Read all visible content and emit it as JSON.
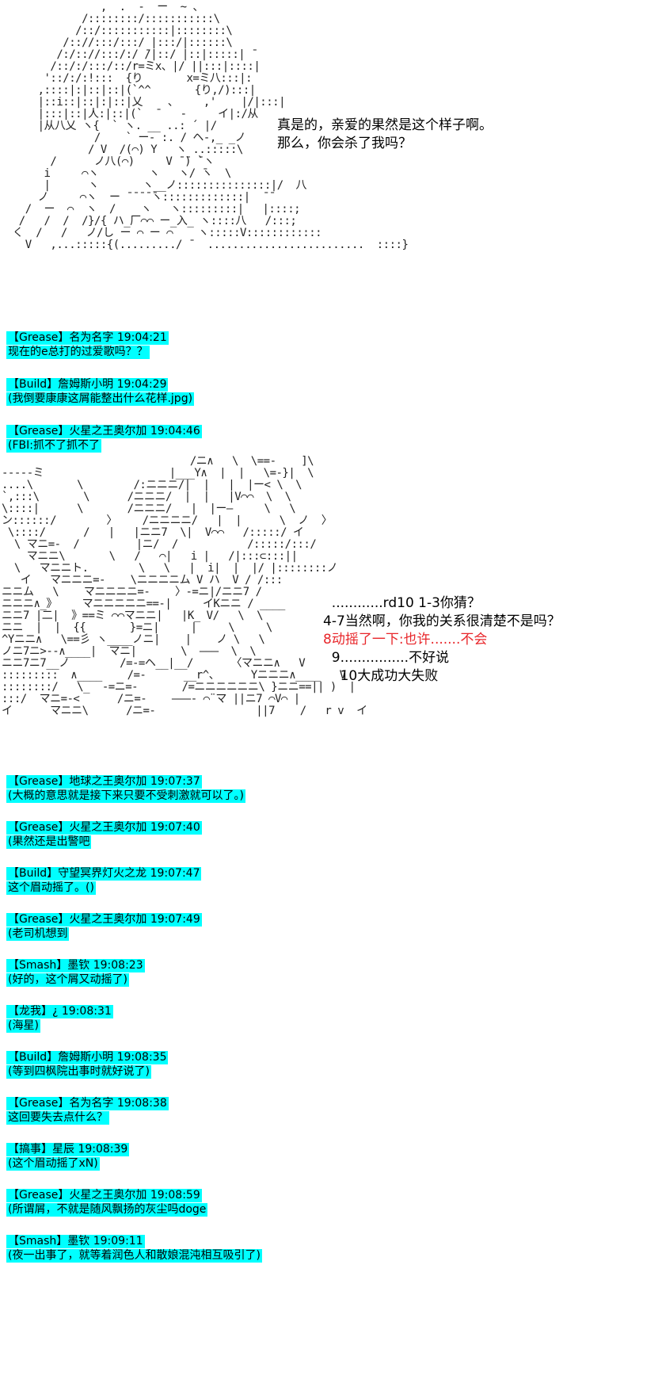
{
  "art1": {
    "lines": [
      "                ,  .  -  ー  ~ 、",
      "             /::::::::/:::::::::::\\",
      "            /::/:::::::::::|::::::::\\",
      "          /:://:::/:::/ |:::/|::::::\\",
      "         /:/:://:::/:/ ̄/|::/ |::|:::::| ̄",
      "        /::/:/:::/::/r=ミx、|/ ||:::|::::|",
      "       '::/:/:!:::  {り       x=ミ八:::|:",
      "      ,::::|:|::|::|(`^^       {り,/):::|",
      "      |::i::|::|:|::|乂    、    ,'    |/|:::|",
      "      |:::|::|人:|::|(`  ̄    -     イ|:/从",
      "      |从八乂 ヽ{  ` ヽ. __ ..: ´ |/",
      "               /    ` ー- :. / ヘ-,_ _ノ",
      "              / V  /(⌒) Y   ヽ ..:::::\\",
      "        /      ノ八(⌒)     V ̄ ̄) ̄`ヽ",
      "       i     ⌒ヽ        ヽ   ヽ/ ̄ヽ  \\",
      "       |      ヽ       ヽ__ノ:::::::::::::::|/  八",
      "      ノ     ⌒ヽ  ー ̄ ̄ ̄ ̄ ̄ヽ:::::::::::::|  ̄ ̄",
      "    /  ー  ⌒  ヽ  /    ヽ   ヽ:::::::::|   |::::;",
      "   /   /  /  /}/{ ハ_厂⌒⌒ ー_入_ ヽ::::八   /:::;",
      "  く  /   /   ノ/し ー ⌒ ー ⌒    ヽ:::::V::::::::::::",
      "    V   ,...:::::{(........./ ̄   .........................  ::::}"
    ]
  },
  "dialogue1": {
    "lines": [
      "真是的，亲爱的果然是这个样子啊。",
      "那么，你会杀了我吗？"
    ]
  },
  "chat1": [
    {
      "user": "【Grease】名为名字 19:04:21",
      "msg": "现在的e总打的过爱歌吗？？"
    },
    {
      "user": "【Build】詹姆斯小明 19:04:29",
      "msg": "(我倒要康康这屑能整出什么花样.jpg)"
    },
    {
      "user": "【Grease】火星之王奥尔加 19:04:46",
      "msg": "(FBI:抓不了抓不了"
    }
  ],
  "art2": {
    "lines": [
      "                              /ニ∧   \\  \\==-    ]\\",
      "-----ミ                    |___Y∧  |  |   \\=-}|  \\",
      "....\\       \\        /:ニニニ/|  |   |  |ー< \\  \\",
      "`,:::\\       \\      /ニニニ/  |  |   |V⌒⌒  \\  \\",
      "\\::::|      \\       /ニニニ/   |  |ー―     \\   \\",
      "ン::::::/        〉    /ニニニニ/   |  |      \\  ノ  〉",
      " \\::::/      /   |   |ニニ7  \\|  V⌒⌒   /:::::/ イ",
      "  \\ マニ=-  /         |ニ/  /           /:::::/:::/",
      "    マニニ\\       \\   /   ⌒|   i |   /|:::⊂:::||",
      "  \\   マニニト.        \\   \\   |  i|  |  |/ |::::::::ノ",
      "   イ   マニニニ=-    \\ニニニニム V ハ  V / /:::",
      "ニニム   \\    マニニニニ=-    〉-=ニ|/ニニ7 /",
      "ニニニ∧_》    マニニニニニ==-|     イKニニ / ____",
      "ニニ7 |二|  》==ミ ⌒⌒マニニ|   |K_ V/   \\  \\",
      "ニニ  |  |  {{       }=ニ|     |     \\     \\",
      "^Yニニ∧   \\==彡 ヽ____ノニ|    |    ノ \\   \\",
      "ノニ7ニ>--∧____|  マニ|       \\  ―――  \\  \\",
      "ニニ7ニ7__ノ        /=-=ヘ__|__/      〈マニニ∧   V",
      ":::::::::  ∧____    /=-      __r^、     Yニニニ∧____   V",
      "::::::::/   \\_  -=ニ=-       /=ニニニニニニ\\ }ニニ==|| )  |",
      ":::/  マニ=-<      /ニ=-    ―――‐ ⌒¨マ ||ニ7 ⌒V⌒ |",
      "イ      マニニ\\      /ニ=-                ||7    /   r v  イ"
    ]
  },
  "dialogue2": {
    "lines": [
      {
        "text": "  ............rd10 1-3你猜？",
        "red": false
      },
      {
        "text": "4-7当然啊，你我的关系很清楚不是吗？",
        "red": false
      },
      {
        "text": "8动摇了一下:也许.......不会",
        "red": true
      },
      {
        "text": "  9................不好说",
        "red": false
      },
      {
        "text": "    10大成功大失败",
        "red": false
      }
    ]
  },
  "chat2": [
    {
      "user": "【Grease】地球之王奥尔加 19:07:37",
      "msg": "(大概的意思就是接下来只要不受刺激就可以了。)"
    },
    {
      "user": "【Grease】火星之王奥尔加 19:07:40",
      "msg": "(果然还是出警吧"
    },
    {
      "user": "【Build】守望冥界灯火之龙 19:07:47",
      "msg": "这个眉动摇了。()"
    },
    {
      "user": "【Grease】火星之王奥尔加 19:07:49",
      "msg": "(老司机想到"
    },
    {
      "user": "【Smash】墨钦 19:08:23",
      "msg": "(好的，这个屑又动摇了)"
    },
    {
      "user": "【龙我】¿ 19:08:31",
      "msg": "(海星)"
    },
    {
      "user": "【Build】詹姆斯小明 19:08:35",
      "msg": "(等到四枫院出事时就好说了)"
    },
    {
      "user": "【Grease】名为名字 19:08:38",
      "msg": "这回要失去点什么？"
    },
    {
      "user": "【搞事】星辰 19:08:39",
      "msg": "(这个眉动摇了xN)"
    },
    {
      "user": "【Grease】火星之王奥尔加 19:08:59",
      "msg": "(所谓屑，不就是随风飘扬的灰尘吗doge"
    },
    {
      "user": "【Smash】墨钦 19:09:11",
      "msg": "(夜一出事了，就等着润色人和散娘混沌相互吸引了)"
    }
  ]
}
